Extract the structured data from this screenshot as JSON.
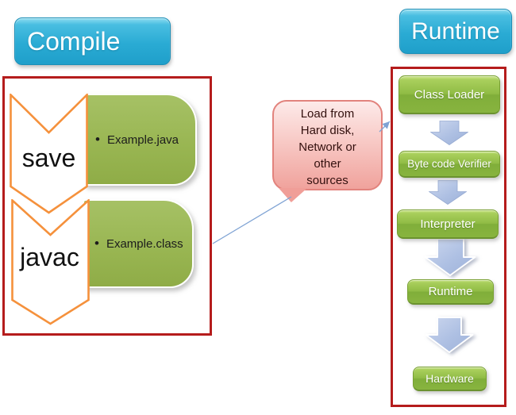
{
  "compile": {
    "title": "Compile",
    "bullet": "•",
    "steps": [
      {
        "chevron": "save",
        "item": "Example.java"
      },
      {
        "chevron": "javac",
        "item": "Example.class"
      }
    ]
  },
  "bubble": {
    "lines": [
      "Load from",
      "Hard disk,",
      "Network or",
      "other",
      "sources"
    ]
  },
  "runtime": {
    "title": "Runtime",
    "steps": [
      "Class Loader",
      "Byte code Verifier",
      "Interpreter",
      "Runtime",
      "Hardware"
    ]
  },
  "colors": {
    "accent_blue": "#2AABD4",
    "accent_green": "#9BBB59",
    "accent_orange": "#F5913C",
    "frame_red": "#B51C1C",
    "arrow_blue": "#AEC0E3",
    "bubble_pink": "#F0A29C"
  }
}
